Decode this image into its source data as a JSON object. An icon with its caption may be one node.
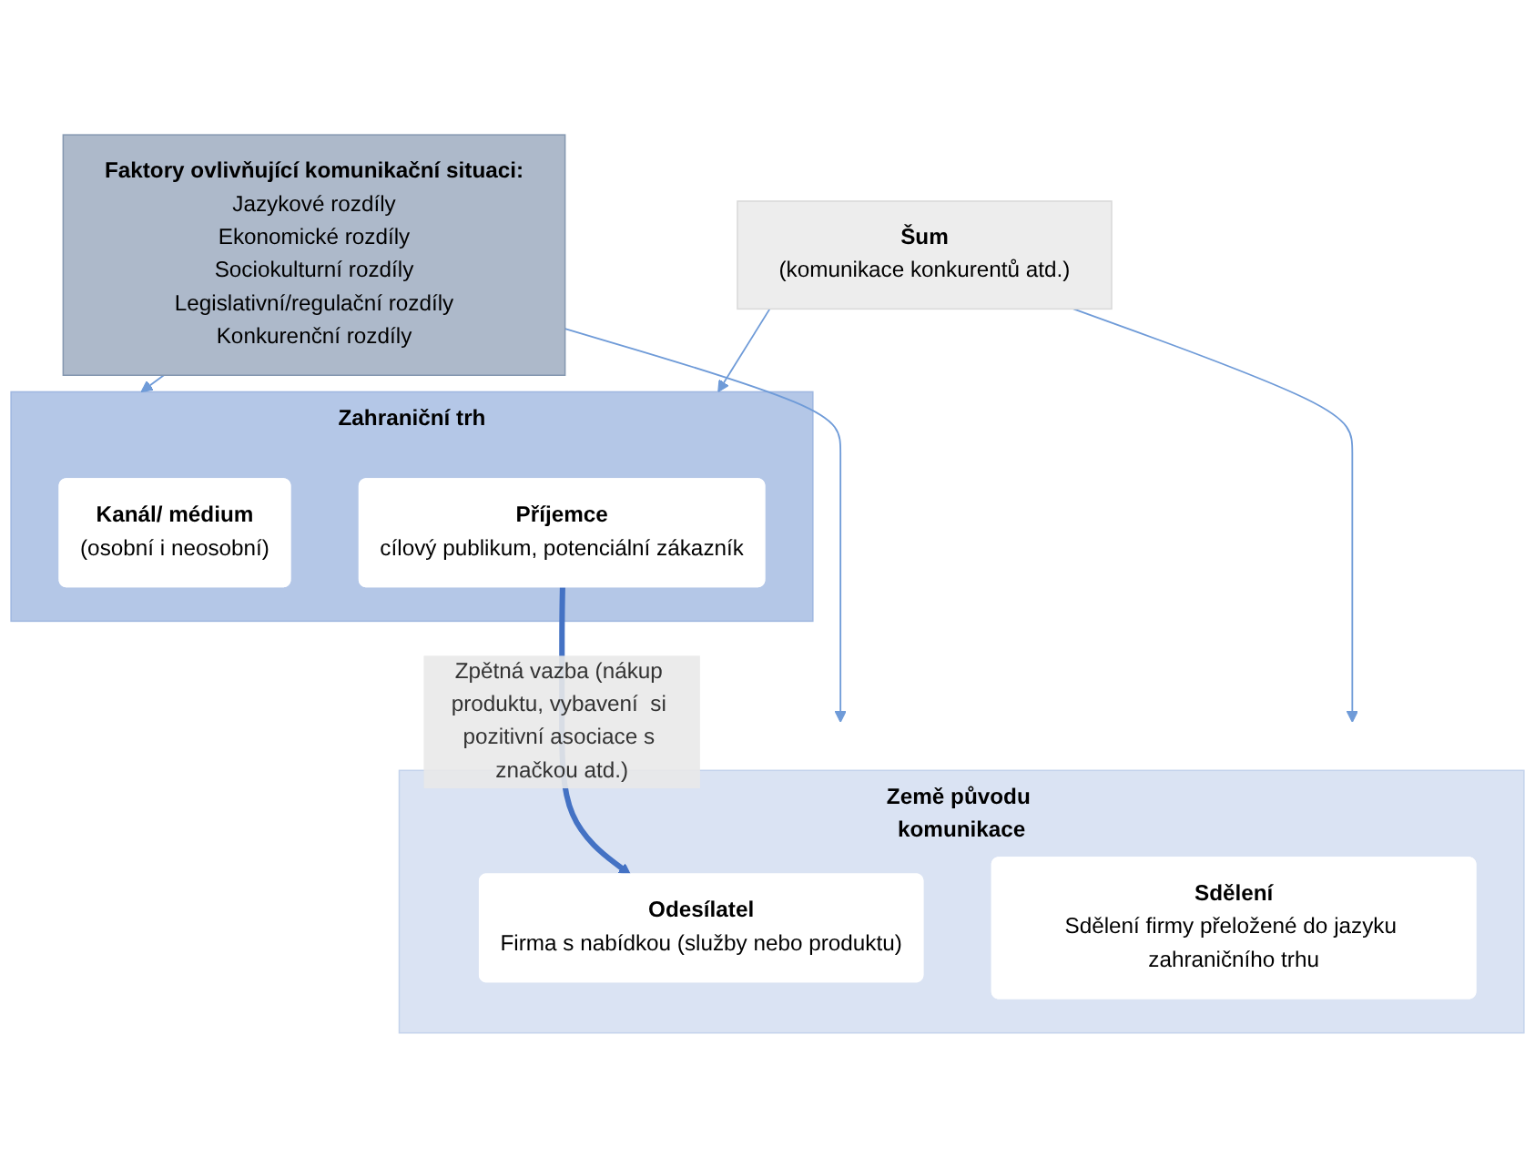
{
  "diagram": {
    "nodes": [
      {
        "text": [
          "Faktory ovlivňující komunikační situaci:",
          "Jazykové rozdíly",
          "Ekonomické rozdíly",
          "Sociokulturní rozdíly",
          "Legislativní/regulační rozdíly",
          "Konkurenční rozdíly"
        ]
      },
      {
        "text": [
          "Země původu komunikace"
        ]
      },
      {
        "text": [
          "Odesílatel",
          "Firma s nabídkou (služby nebo produktu)"
        ],
        "in": 1
      },
      {
        "text": [
          "Sdělení",
          "Sdělení firmy přeložené do jazyku zahraničního trhu"
        ],
        "in": 1
      },
      {
        "text": [
          "Zahraniční trh"
        ]
      },
      {
        "text": [
          "Kanál/ médium",
          "(osobní i neosobní)"
        ],
        "in": 4
      },
      {
        "text": [
          "Příjemce",
          "cílový publikum, potenciální zákazník"
        ],
        "in": 4
      },
      {
        "text": [
          "Šum",
          "(komunikace konkurentů atd.)"
        ]
      }
    ],
    "edges": [
      {
        "from": 0,
        "to": 1,
        "arrow": "to"
      },
      {
        "from": 0,
        "to": 4,
        "arrow": "to"
      },
      {
        "from": 6,
        "to": 2,
        "arrow": "to",
        "label": "Zpětná vazba (nákup produktu, vybavení  si pozitivní asociace s značkou atd.)",
        "style": "thick",
        "color": "#4472c4"
      },
      {
        "from": 7,
        "to": 1,
        "arrow": "to"
      },
      {
        "from": 7,
        "to": 4,
        "arrow": "to"
      }
    ]
  }
}
